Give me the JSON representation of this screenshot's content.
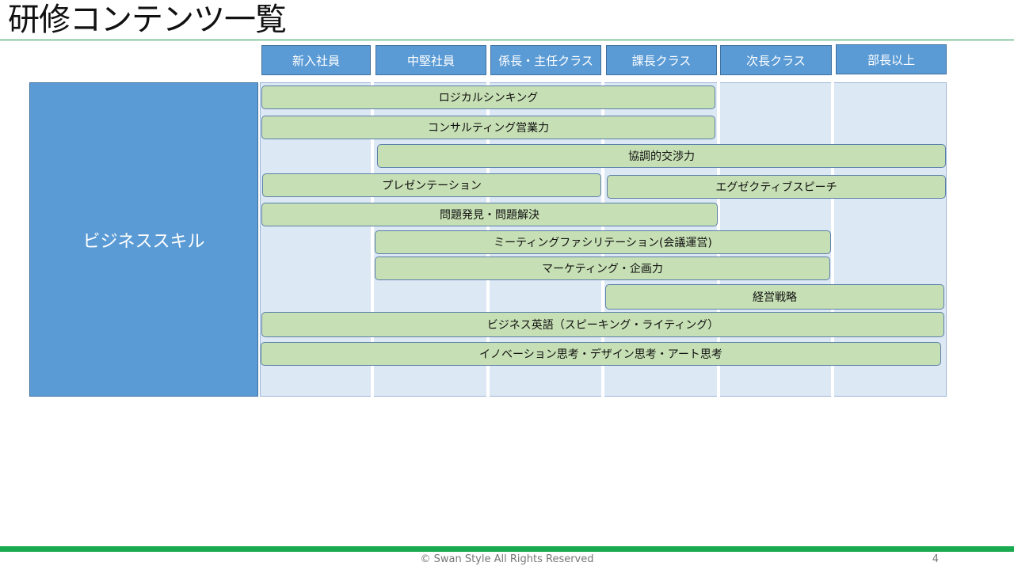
{
  "slide": {
    "title": "研修コンテンツ一覧",
    "category": "ビジネススキル",
    "columns": [
      "新入社員",
      "中堅社員",
      "係長・主任クラス",
      "課長クラス",
      "次長クラス",
      "部長以上"
    ],
    "programs": [
      {
        "label": "ロジカルシンキング",
        "from": "新入社員",
        "to": "課長クラス"
      },
      {
        "label": "コンサルティング営業力",
        "from": "新入社員",
        "to": "課長クラス"
      },
      {
        "label": "協調的交渉力",
        "from": "中堅社員",
        "to": "部長以上"
      },
      {
        "label": "プレゼンテーション",
        "from": "新入社員",
        "to": "係長・主任クラス"
      },
      {
        "label": "エグゼクティブスピーチ",
        "from": "課長クラス",
        "to": "部長以上"
      },
      {
        "label": "問題発見・問題解決",
        "from": "新入社員",
        "to": "課長クラス"
      },
      {
        "label": "ミーティングファシリテーション(会議運営)",
        "from": "中堅社員",
        "to": "次長クラス"
      },
      {
        "label": "マーケティング・企画力",
        "from": "中堅社員",
        "to": "次長クラス"
      },
      {
        "label": "経営戦略",
        "from": "課長クラス",
        "to": "部長以上"
      },
      {
        "label": "ビジネス英語（スピーキング・ライティング）",
        "from": "新入社員",
        "to": "部長以上"
      },
      {
        "label": "イノベーション思考・デザイン思考・アート思考",
        "from": "新入社員",
        "to": "部長以上"
      }
    ]
  },
  "footer": {
    "copyright": "© Swan Style All Rights Reserved",
    "page_number": "4"
  },
  "colors": {
    "header_blue": "#5b9bd5",
    "bar_green": "#c6dfb4",
    "grid_bg": "#dde8f5",
    "accent_green": "#19a94f"
  }
}
